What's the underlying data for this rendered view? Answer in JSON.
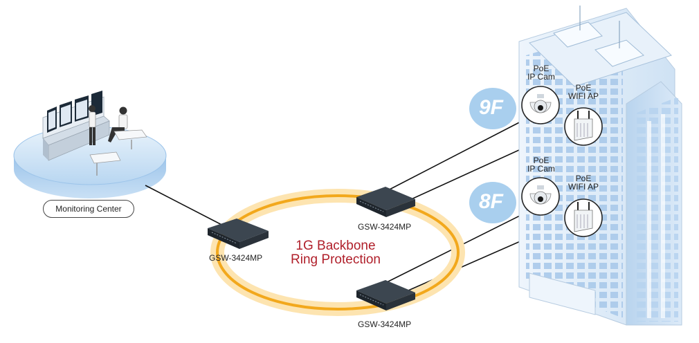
{
  "monitoring_center": {
    "label": "Monitoring Center"
  },
  "ring": {
    "line1": "1G Backbone",
    "line2": "Ring Protection"
  },
  "switches": [
    {
      "label": "GSW-3424MP"
    },
    {
      "label": "GSW-3424MP"
    },
    {
      "label": "GSW-3424MP"
    }
  ],
  "floors": [
    {
      "label": "9F",
      "camera": [
        "PoE",
        "IP Cam"
      ],
      "ap": [
        "PoE",
        "WIFI AP"
      ]
    },
    {
      "label": "8F",
      "camera": [
        "PoE",
        "IP Cam"
      ],
      "ap": [
        "PoE",
        "WIFI AP"
      ]
    }
  ],
  "colors": {
    "ring": "#f2a81c",
    "ring_glow": "#fde4b0",
    "ring_text": "#b01f2a",
    "building": "#d6e6f5",
    "platform": "#a9cdee"
  }
}
